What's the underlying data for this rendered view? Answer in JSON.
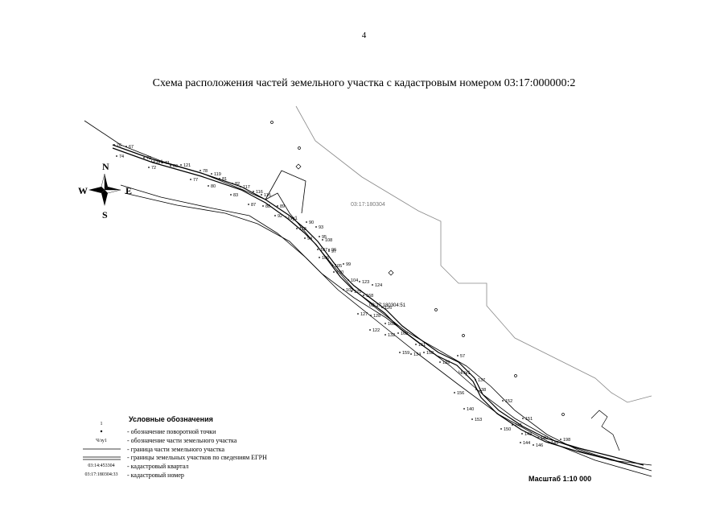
{
  "page_number": "4",
  "title": "Схема расположения частей земельного участка с кадастровым номером 03:17:000000:2",
  "compass": {
    "n": "N",
    "s": "S",
    "e": "E",
    "w": "W"
  },
  "quarter_label": "03:17:180304",
  "parcel_label": "03:17:180304:51",
  "part_label": "Ч/зу1",
  "point_labels": [
    "76",
    "67",
    "74",
    "73",
    "72",
    "71",
    "69",
    "121",
    "77",
    "78",
    "119",
    "80",
    "81",
    "82",
    "117",
    "83",
    "116",
    "115",
    "87",
    "88",
    "89",
    "92",
    "90",
    "118",
    "93",
    "94",
    "95",
    "108",
    "96",
    "107",
    "97",
    "106",
    "105",
    "99",
    "100",
    "104",
    "102",
    "123",
    "124",
    "125",
    "168",
    "126",
    "127",
    "128",
    "165",
    "122",
    "132",
    "163",
    "161",
    "159",
    "134",
    "158",
    "57",
    "139",
    "137",
    "156",
    "138",
    "140",
    "152",
    "153",
    "151",
    "141",
    "150",
    "143",
    "149",
    "144",
    "146",
    "145",
    "198"
  ],
  "legend": {
    "title": "Условные обозначения",
    "items": [
      {
        "symbol": "1",
        "text": "- обозначение поворотной точки"
      },
      {
        "symbol": "Ч/зу1",
        "text": "- обозначение части земельного участка"
      },
      {
        "symbol": "",
        "text": "- граница части земельного участка"
      },
      {
        "symbol": "",
        "text": "- границы земельных участков по сведениям ЕГРН"
      },
      {
        "symbol": "03:14:453304",
        "text": "- кадастровый квартал"
      },
      {
        "symbol": "03:17:180304:33",
        "text": "- кадастровый номер"
      }
    ]
  },
  "scale": "Масштаб 1:10 000"
}
